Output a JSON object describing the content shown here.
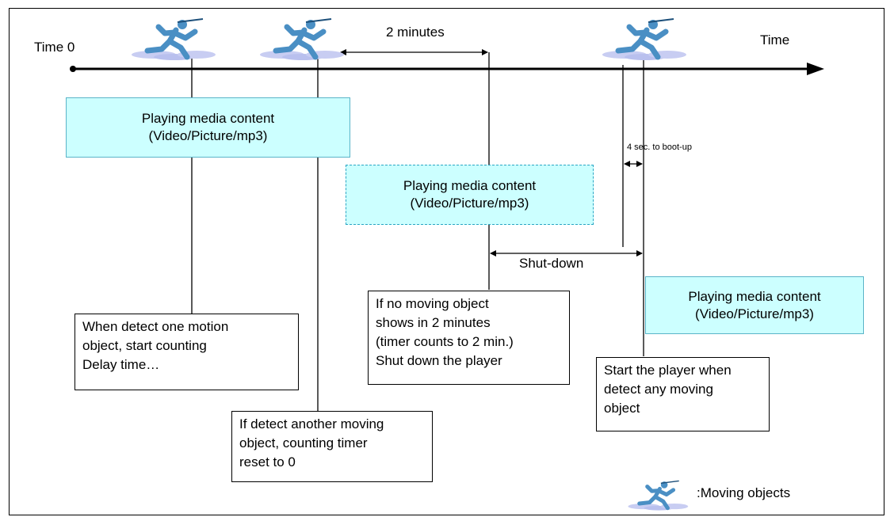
{
  "labels": {
    "time0": "Time 0",
    "time": "Time",
    "two_minutes": "2 minutes",
    "shutdown": "Shut-down",
    "boot": "4 sec. to boot-up",
    "legend": ":Moving objects"
  },
  "media_box": {
    "line1": "Playing  media content",
    "line2": "(Video/Picture/mp3)"
  },
  "notes": {
    "detect_first": [
      "When detect one motion",
      "object, start counting",
      "Delay time…"
    ],
    "detect_another": [
      "If detect another moving",
      "object, counting timer",
      "reset to 0"
    ],
    "no_motion": [
      "If no moving object",
      "shows in 2 minutes",
      "(timer counts to 2 min.)",
      "Shut down the player"
    ],
    "start_player": [
      "Start the player when",
      "detect any moving",
      "object"
    ]
  },
  "colors": {
    "media_fill": "#ccffff",
    "media_border": "#5ab4c8",
    "runner_body": "#4a8fc4",
    "runner_cloud": "#c8cdf2"
  },
  "icons": [
    "runner-icon"
  ]
}
